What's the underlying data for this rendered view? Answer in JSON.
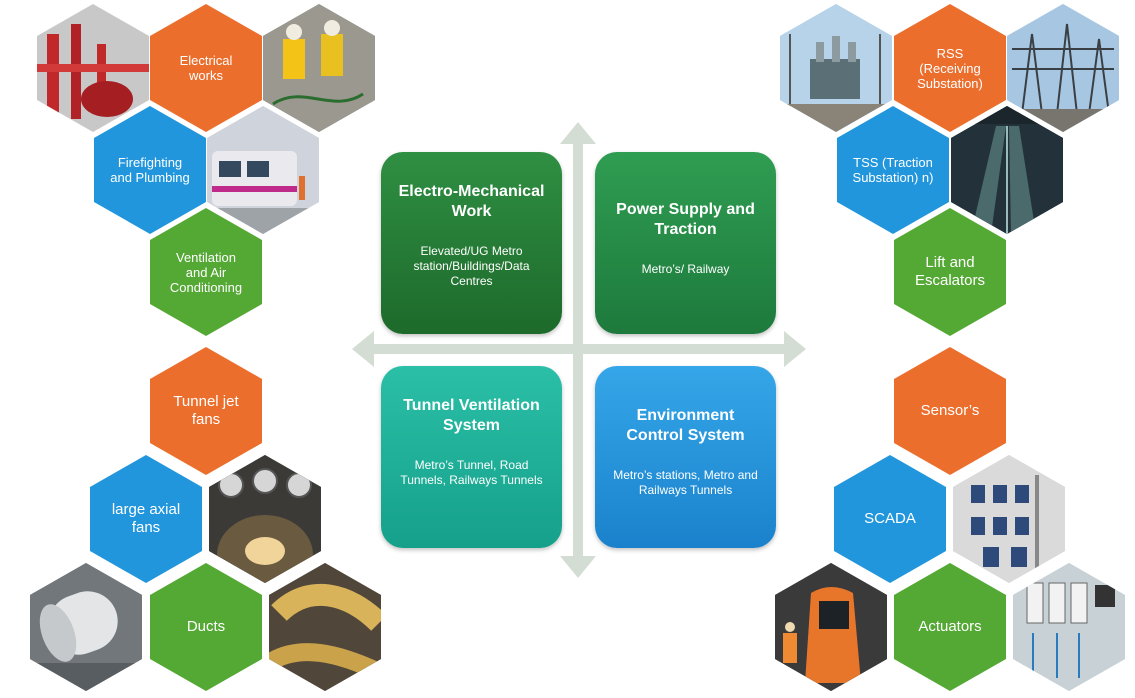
{
  "colors": {
    "orange": "#ec6e2d",
    "blue": "#2196dc",
    "green": "#54a834",
    "arrow": "#d3ddd3"
  },
  "quadrants": {
    "electro_mechanical": {
      "title": "Electro-Mechanical Work",
      "subtitle": "Elevated/UG Metro station/Buildings/Data Centres"
    },
    "power_supply": {
      "title": "Power Supply and Traction",
      "subtitle": "Metro’s/ Railway"
    },
    "tunnel_ventilation": {
      "title": "Tunnel Ventilation System",
      "subtitle": "Metro’s Tunnel, Road Tunnels, Railways Tunnels"
    },
    "environment_control": {
      "title": "Environment Control System",
      "subtitle": "Metro’s stations, Metro and Railways Tunnels"
    }
  },
  "clusters": {
    "electro_mechanical": {
      "electrical": "Electrical works",
      "firefighting": "Firefighting and Plumbing",
      "ventilation": "Ventilation and Air Conditioning"
    },
    "power_supply": {
      "rss": "RSS (Receiving Substation)",
      "tss": "TSS (Traction Substation) n)",
      "lift": "Lift and Escalators"
    },
    "tunnel_ventilation": {
      "jet_fans": "Tunnel jet fans",
      "axial_fans": "large axial fans",
      "ducts": "Ducts"
    },
    "environment_control": {
      "sensors": "Sensor’s",
      "scada": "SCADA",
      "actuators": "Actuators"
    }
  }
}
